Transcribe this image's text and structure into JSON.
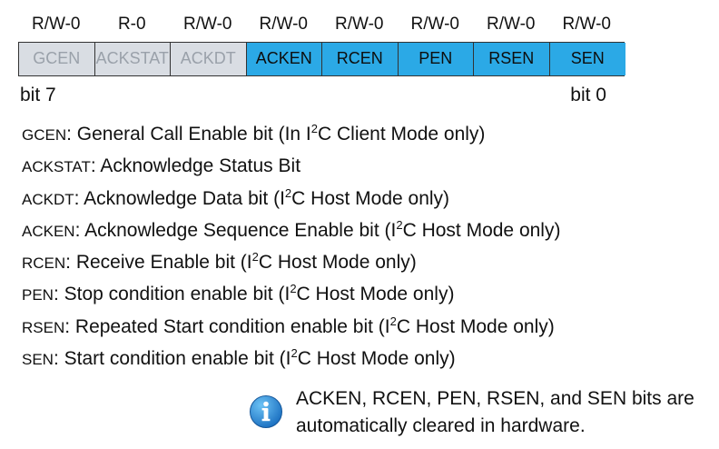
{
  "register": {
    "bits": [
      {
        "name": "GCEN",
        "access": "R/W-0",
        "state": "disabled"
      },
      {
        "name": "ACKSTAT",
        "access": "R-0",
        "state": "disabled"
      },
      {
        "name": "ACKDT",
        "access": "R/W-0",
        "state": "disabled"
      },
      {
        "name": "ACKEN",
        "access": "R/W-0",
        "state": "enabled"
      },
      {
        "name": "RCEN",
        "access": "R/W-0",
        "state": "enabled"
      },
      {
        "name": "PEN",
        "access": "R/W-0",
        "state": "enabled"
      },
      {
        "name": "RSEN",
        "access": "R/W-0",
        "state": "enabled"
      },
      {
        "name": "SEN",
        "access": "R/W-0",
        "state": "enabled"
      }
    ],
    "msb_label": "bit 7",
    "lsb_label": "bit 0"
  },
  "colors": {
    "enabled_bg": "#2ba9e6",
    "disabled_bg": "#d9dde3",
    "disabled_text": "#9aa1aa",
    "icon_blue": "#1f7fd0"
  },
  "descriptions": [
    {
      "name": "GCEN",
      "pre": ": General Call Enable bit (In I",
      "sup": "2",
      "post": "C Client Mode only)"
    },
    {
      "name": "ACKSTAT",
      "pre": ": Acknowledge Status Bit",
      "sup": "",
      "post": ""
    },
    {
      "name": "ACKDT",
      "pre": ": Acknowledge Data bit (I",
      "sup": "2",
      "post": "C Host Mode only)"
    },
    {
      "name": "ACKEN",
      "pre": ": Acknowledge Sequence Enable bit (I",
      "sup": "2",
      "post": "C Host Mode only)"
    },
    {
      "name": "RCEN",
      "pre": ": Receive Enable bit (I",
      "sup": "2",
      "post": "C Host Mode only)"
    },
    {
      "name": "PEN",
      "pre": ": Stop condition enable bit (I",
      "sup": "2",
      "post": "C Host Mode only)"
    },
    {
      "name": "RSEN",
      "pre": ": Repeated Start condition enable bit (I",
      "sup": "2",
      "post": "C Host Mode only)"
    },
    {
      "name": "SEN",
      "pre": ": Start condition enable bit (I",
      "sup": "2",
      "post": "C Host Mode only)"
    }
  ],
  "note": {
    "icon": "info-icon",
    "line1": "ACKEN, RCEN, PEN, RSEN, and SEN bits are",
    "line2": "automatically cleared in hardware."
  }
}
